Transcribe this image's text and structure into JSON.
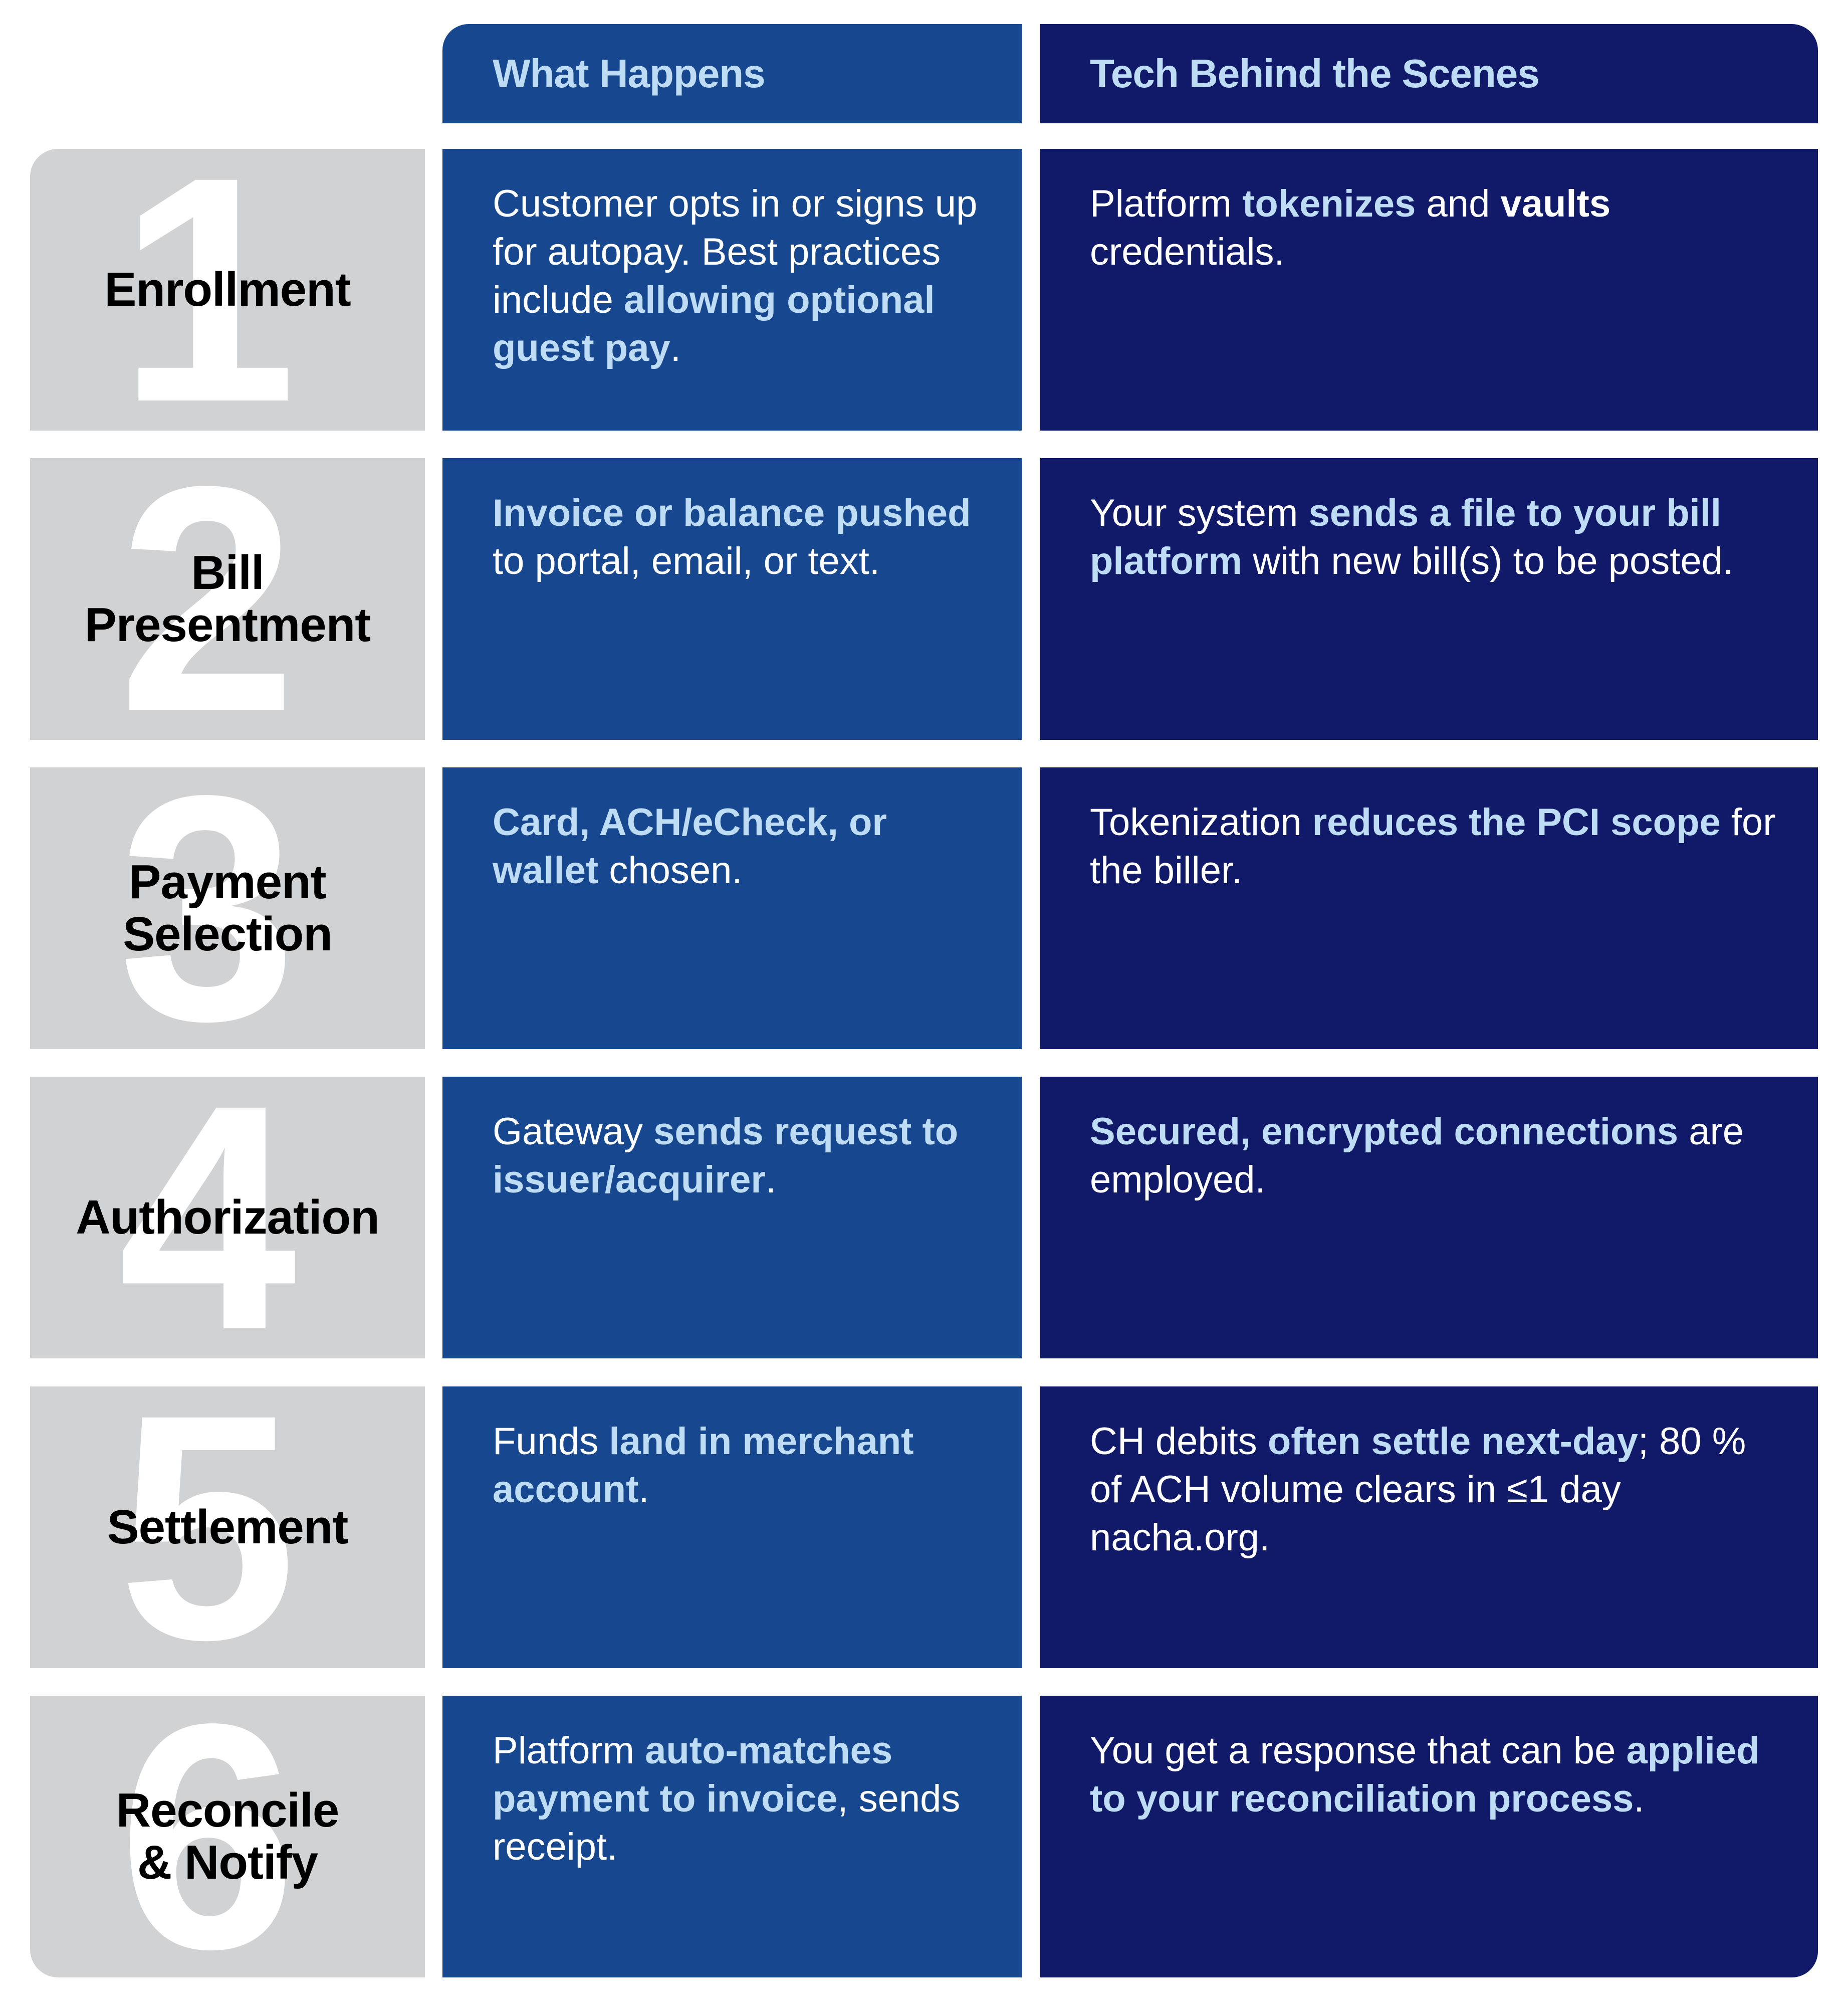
{
  "headers": {
    "what_happens": "What Happens",
    "tech_behind": "Tech Behind the Scenes"
  },
  "colors": {
    "what_bg": "#17488f",
    "tech_bg": "#111a68",
    "label_bg": "#d1d2d4",
    "highlight": "#bfdcf5"
  },
  "steps": [
    {
      "number": "1",
      "label_lines": [
        "Enrollment"
      ],
      "what": [
        {
          "text": "Customer opts in or signs up for autopay. Best practices include ",
          "style": "normal"
        },
        {
          "text": "allowing optional guest pay",
          "style": "highlight"
        },
        {
          "text": ".",
          "style": "normal"
        }
      ],
      "tech": [
        {
          "text": "Platform ",
          "style": "normal"
        },
        {
          "text": "tokenizes",
          "style": "highlight"
        },
        {
          "text": " and ",
          "style": "normal"
        },
        {
          "text": "vaults",
          "style": "bold-white"
        },
        {
          "text": " credentials.",
          "style": "normal"
        }
      ]
    },
    {
      "number": "2",
      "label_lines": [
        "Bill",
        "Presentment"
      ],
      "what": [
        {
          "text": "Invoice or balance pushed",
          "style": "highlight"
        },
        {
          "text": " to portal, email, or text.",
          "style": "normal"
        }
      ],
      "tech": [
        {
          "text": "Your system ",
          "style": "normal"
        },
        {
          "text": "sends a file to your bill platform",
          "style": "highlight"
        },
        {
          "text": " with new bill(s) to be posted.",
          "style": "normal"
        }
      ]
    },
    {
      "number": "3",
      "label_lines": [
        "Payment",
        "Selection"
      ],
      "what": [
        {
          "text": "Card, ACH/eCheck, or wallet",
          "style": "highlight"
        },
        {
          "text": " chosen.",
          "style": "normal"
        }
      ],
      "tech": [
        {
          "text": "Tokenization ",
          "style": "normal"
        },
        {
          "text": "reduces the PCI scope",
          "style": "highlight"
        },
        {
          "text": " for the biller.",
          "style": "normal"
        }
      ]
    },
    {
      "number": "4",
      "label_lines": [
        "Authorization"
      ],
      "what": [
        {
          "text": "Gateway ",
          "style": "normal"
        },
        {
          "text": "sends request to issuer/acquirer",
          "style": "highlight"
        },
        {
          "text": ".",
          "style": "normal"
        }
      ],
      "tech": [
        {
          "text": "Secured, encrypted connections",
          "style": "highlight"
        },
        {
          "text": " are employed.",
          "style": "normal"
        }
      ]
    },
    {
      "number": "5",
      "label_lines": [
        "Settlement"
      ],
      "what": [
        {
          "text": "Funds ",
          "style": "normal"
        },
        {
          "text": "land in merchant account",
          "style": "highlight"
        },
        {
          "text": ".",
          "style": "normal"
        }
      ],
      "tech": [
        {
          "text": "CH debits ",
          "style": "normal"
        },
        {
          "text": "often settle next-day",
          "style": "highlight"
        },
        {
          "text": "; 80 % of ACH volume clears in ≤1 day nacha.org.",
          "style": "normal"
        }
      ]
    },
    {
      "number": "6",
      "label_lines": [
        "Reconcile",
        "& Notify"
      ],
      "what": [
        {
          "text": "Platform ",
          "style": "normal"
        },
        {
          "text": "auto-matches payment to invoice",
          "style": "highlight"
        },
        {
          "text": ", sends receipt.",
          "style": "normal"
        }
      ],
      "tech": [
        {
          "text": "You get a response that can be ",
          "style": "normal"
        },
        {
          "text": "applied to your reconciliation process",
          "style": "highlight"
        },
        {
          "text": ".",
          "style": "normal"
        }
      ]
    }
  ]
}
